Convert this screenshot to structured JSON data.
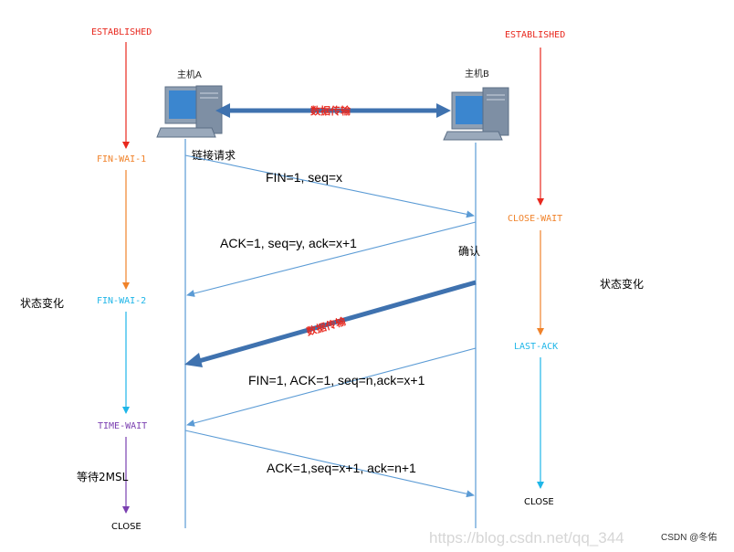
{
  "hosts": {
    "a": "主机A",
    "b": "主机B"
  },
  "states_a": {
    "established": "ESTABLISHED",
    "fin_wait_1": "FIN-WAI-1",
    "fin_wait_2": "FIN-WAI-2",
    "time_wait": "TIME-WAIT",
    "close": "CLOSE"
  },
  "states_b": {
    "established": "ESTABLISHED",
    "close_wait": "CLOSE-WAIT",
    "last_ack": "LAST-ACK",
    "close": "CLOSE"
  },
  "messages": {
    "conn_request": "链接请求",
    "fin1": "FIN=1, seq=x",
    "ack1": "ACK=1, seq=y, ack=x+1",
    "confirm": "确认",
    "fin2": "FIN=1, ACK=1, seq=n,ack=x+1",
    "ack2": "ACK=1,seq=x+1, ack=n+1"
  },
  "data_transfer": {
    "top": "数据传输",
    "diagonal": "数据传输"
  },
  "labels": {
    "state_change_left": "状态变化",
    "state_change_right": "状态变化",
    "wait_2msl": "等待2MSL"
  },
  "watermark": {
    "url": "https://blog.csdn.net/qq_344",
    "credit": "CSDN @冬佑"
  },
  "colors": {
    "red": "#e8281e",
    "orange": "#f0822a",
    "cyan": "#1fb6e8",
    "purple": "#7a3fb0",
    "line_blue": "#5b9bd5",
    "arrow_dark": "#3f72af"
  }
}
